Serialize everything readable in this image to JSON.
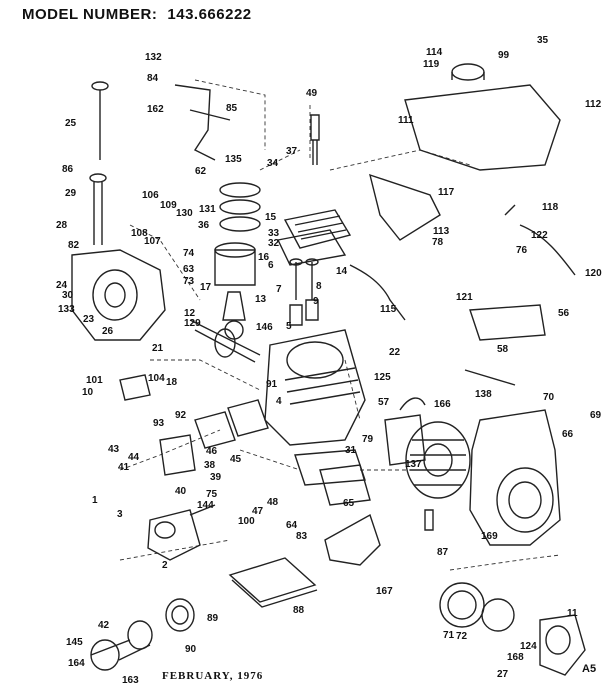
{
  "header": {
    "model_label": "MODEL NUMBER:",
    "model_number": "143.666222"
  },
  "footer": {
    "date": "FEBRUARY, 1976",
    "page_code": "A5"
  },
  "callouts": [
    "132",
    "84",
    "162",
    "85",
    "62",
    "135",
    "25",
    "86",
    "82",
    "29",
    "106",
    "109",
    "130",
    "131",
    "36",
    "108",
    "107",
    "74",
    "63",
    "73",
    "28",
    "24",
    "30",
    "23",
    "26",
    "133",
    "49",
    "37",
    "34",
    "33",
    "32",
    "15",
    "16",
    "6",
    "7",
    "8",
    "9",
    "5",
    "14",
    "17",
    "13",
    "12",
    "129",
    "146",
    "115",
    "114",
    "119",
    "99",
    "35",
    "111",
    "112",
    "117",
    "118",
    "122",
    "113",
    "78",
    "76",
    "120",
    "121",
    "56",
    "58",
    "22",
    "21",
    "104",
    "101",
    "10",
    "18",
    "91",
    "92",
    "93",
    "43",
    "44",
    "41",
    "40",
    "39",
    "38",
    "46",
    "45",
    "48",
    "47",
    "75",
    "144",
    "100",
    "64",
    "65",
    "83",
    "167",
    "1",
    "3",
    "2",
    "4",
    "125",
    "31",
    "79",
    "57",
    "166",
    "138",
    "137",
    "70",
    "69",
    "66",
    "169",
    "87",
    "88",
    "89",
    "42",
    "90",
    "145",
    "164",
    "163",
    "71",
    "72",
    "124",
    "168",
    "27",
    "11"
  ]
}
